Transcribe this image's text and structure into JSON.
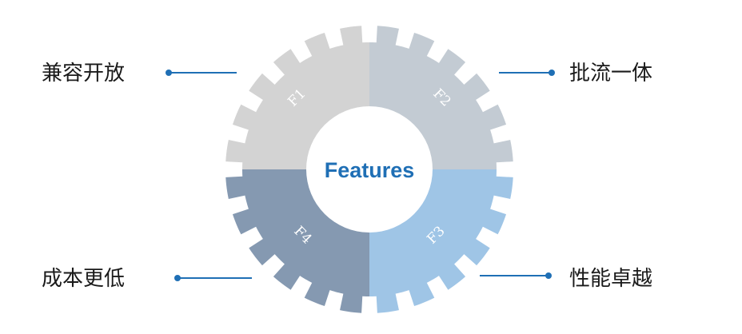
{
  "center_title": "Features",
  "segments": [
    {
      "code": "F1",
      "color": "#d3d3d3"
    },
    {
      "code": "F2",
      "color": "#c3cbd3"
    },
    {
      "code": "F3",
      "color": "#9fc5e6"
    },
    {
      "code": "F4",
      "color": "#8599b1"
    }
  ],
  "features": {
    "top_left": "兼容开放",
    "top_right": "批流一体",
    "bottom_left": "成本更低",
    "bottom_right": "性能卓越"
  },
  "colors": {
    "title_blue": "#1f6fb5",
    "connector_blue": "#1f6fb5",
    "segment_text": "#ffffff"
  }
}
